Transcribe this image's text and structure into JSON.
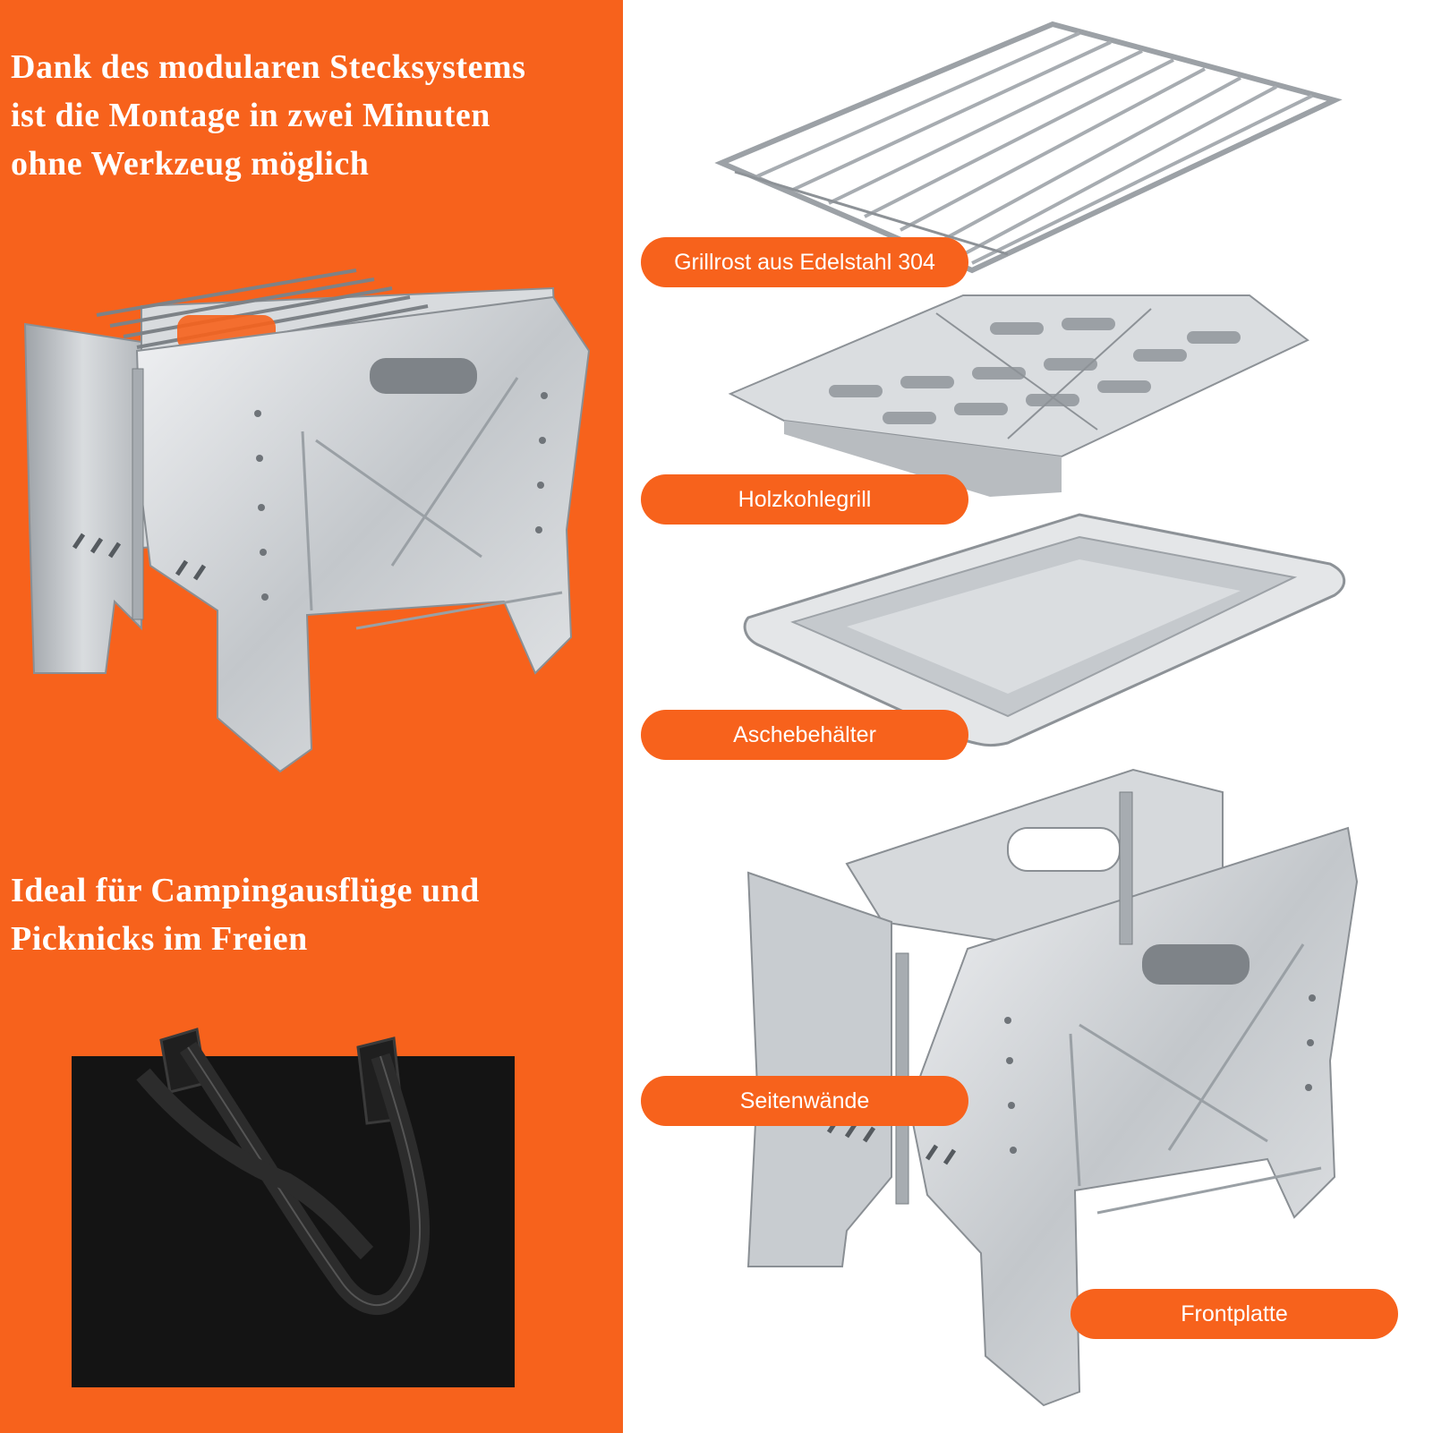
{
  "colors": {
    "accent": "#f7621c",
    "steel": "#c9cdd1",
    "bag": "#111111"
  },
  "headline_top": {
    "lines": [
      "Dank des modularen Stecksystems",
      "ist die Montage in zwei Minuten",
      "ohne Werkzeug möglich"
    ]
  },
  "headline_bottom": {
    "lines": [
      "Ideal für Campingausflüge und",
      "Picknicks im Freien"
    ]
  },
  "labels": {
    "grate": "Grillrost aus Edelstahl 304",
    "charcoal": "Holzkohlegrill",
    "ash": "Aschebehälter",
    "side": "Seitenwände",
    "front": "Frontplatte"
  }
}
